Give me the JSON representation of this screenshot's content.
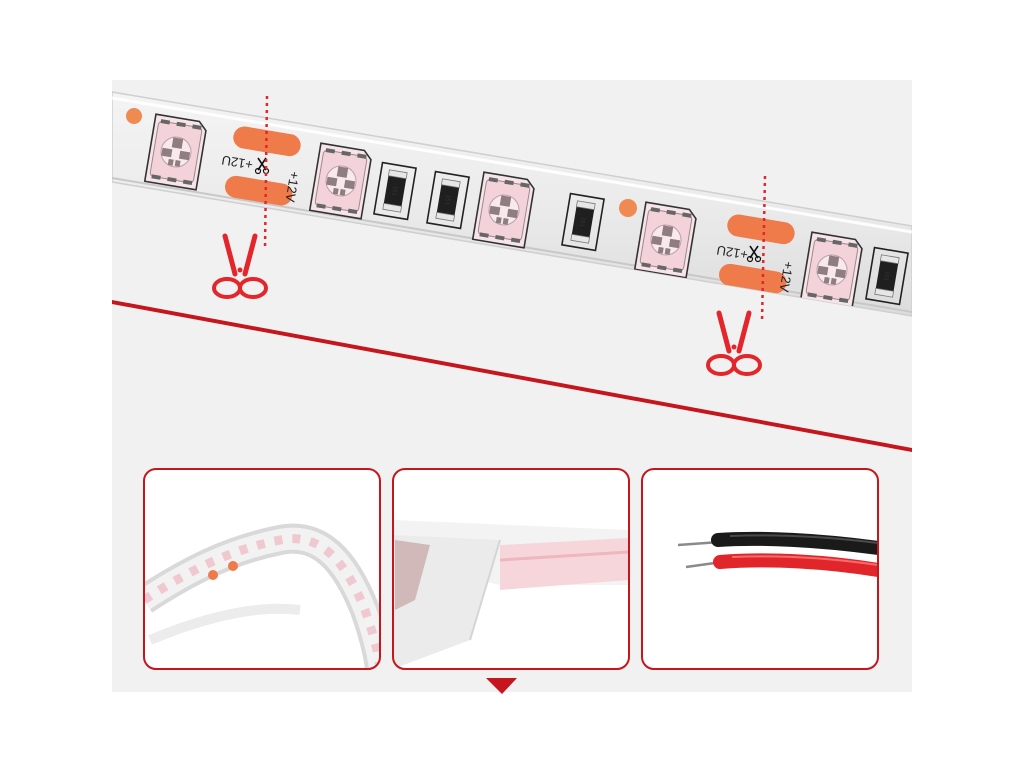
{
  "strip": {
    "voltage_label": "+12V",
    "voltage_label_mirrored": "+12U",
    "resistor_code": "151"
  },
  "colors": {
    "background": "#ffffff",
    "panel_bg": "#f1f1f1",
    "accent_red": "#c4161c",
    "cut_red": "#e2262b",
    "copper_pad": "#ef7a4a",
    "led_pink": "#f6dde2"
  },
  "thumbnails": [
    {
      "name": "thumb-flexible-strip"
    },
    {
      "name": "thumb-adhesive-backing"
    },
    {
      "name": "thumb-wire-leads"
    }
  ]
}
